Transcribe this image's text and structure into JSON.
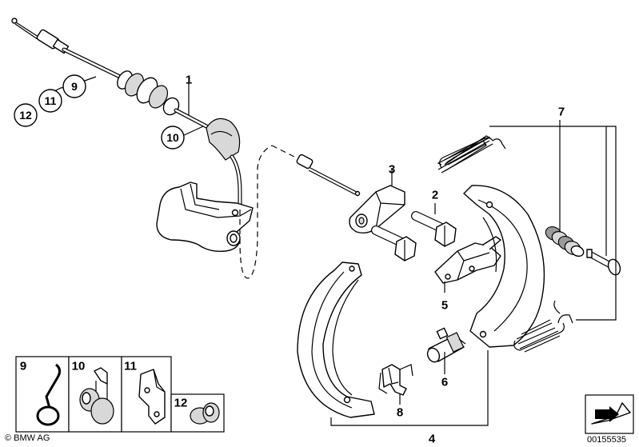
{
  "callouts": {
    "c1": "1",
    "c2": "2",
    "c3": "3",
    "c4": "4",
    "c5": "5",
    "c6": "6",
    "c7": "7",
    "c8": "8",
    "c9": "9",
    "c10": "10",
    "c11": "11",
    "c12": "12"
  },
  "detail_boxes": {
    "b9": "9",
    "b10": "10",
    "b11": "11",
    "b12": "12"
  },
  "footer": {
    "copyright": "© BMW AG",
    "image_number": "00155535"
  }
}
